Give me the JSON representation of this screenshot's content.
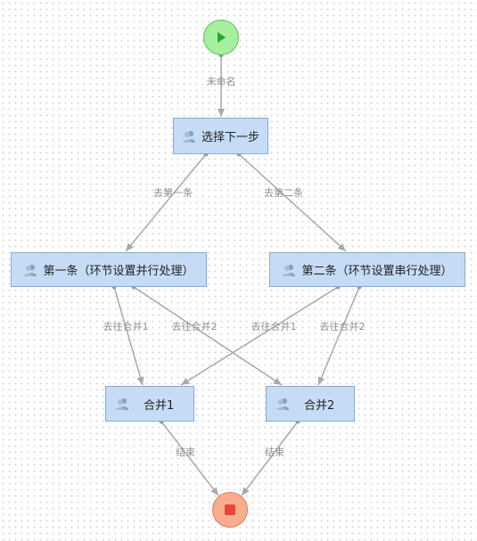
{
  "nodes": {
    "select_next": "选择下一步",
    "first": "第一条（环节设置并行处理）",
    "second": "第二条（环节设置串行处理）",
    "merge1": "合并1",
    "merge2": "合并2"
  },
  "edges": {
    "unnamed": "未命名",
    "to_first": "去第一条",
    "to_second": "去第二条",
    "first_to_merge1": "去往合并1",
    "first_to_merge2": "去往合并2",
    "second_to_merge1": "去往合并1",
    "second_to_merge2": "去往合并2",
    "end1": "结束",
    "end2": "结束"
  },
  "icons": {
    "start": "play-icon",
    "end": "stop-icon",
    "task": "users-icon"
  },
  "colors": {
    "node_fill": "#c6dcf6",
    "node_border": "#86a9d6",
    "start_fill": "#a6ef9f",
    "end_fill": "#f9ad8f",
    "edge": "#a9a9a9"
  }
}
